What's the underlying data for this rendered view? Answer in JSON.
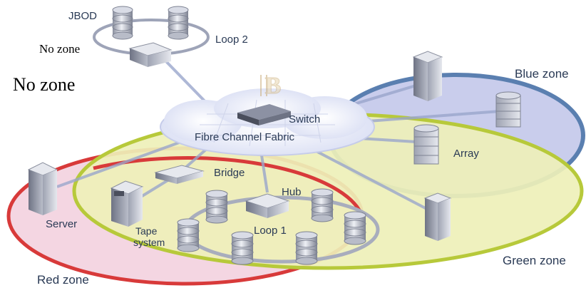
{
  "labels": {
    "jbod": "JBOD",
    "loop2": "Loop 2",
    "no_zone_small": "No zone",
    "no_zone_large": "No zone",
    "blue_zone": "Blue zone",
    "switch": "Switch",
    "fabric": "Fibre Channel Fabric",
    "array": "Array",
    "bridge": "Bridge",
    "hub": "Hub",
    "server": "Server",
    "tape_line1": "Tape",
    "tape_line2": "system",
    "loop1": "Loop 1",
    "green_zone": "Green zone",
    "red_zone": "Red zone"
  },
  "colors": {
    "blue_zone_stroke": "#5a7fb0",
    "blue_zone_fill": "#c9cdec",
    "green_zone_stroke": "#b7c93a",
    "green_zone_fill": "#eef0b8",
    "red_zone_stroke": "#d83a3a",
    "red_zone_fill": "#f4d6e2",
    "fabric_cloud": "#e6e9f8",
    "link": "#9aa6cc"
  }
}
